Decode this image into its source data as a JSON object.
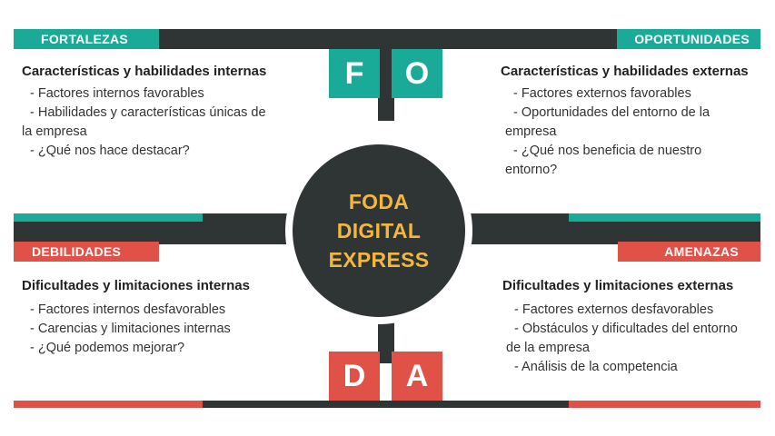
{
  "quadrants": {
    "fortalezas": {
      "label": "FORTALEZAS",
      "letter": "F",
      "heading": "Características y habilidades internas",
      "items": [
        "- Factores internos favorables",
        "- Habilidades y características únicas de la empresa",
        "- ¿Qué nos hace destacar?"
      ]
    },
    "oportunidades": {
      "label": "OPORTUNIDADES",
      "letter": "O",
      "heading": "Características y habilidades externas",
      "items": [
        "- Factores externos favorables",
        "- Oportunidades del entorno de la empresa",
        "- ¿Qué nos beneficia de nuestro entorno?"
      ]
    },
    "debilidades": {
      "label": "DEBILIDADES",
      "letter": "D",
      "heading": "Dificultades y limitaciones internas",
      "items": [
        "- Factores internos desfavorables",
        "- Carencias y limitaciones internas",
        "- ¿Qué podemos mejorar?"
      ]
    },
    "amenazas": {
      "label": "AMENAZAS",
      "letter": "A",
      "heading": "Dificultades y limitaciones externas",
      "items": [
        "- Factores externos desfavorables",
        "- Obstáculos y dificultades del entorno de la empresa",
        "- Análisis de la competencia"
      ]
    }
  },
  "center": {
    "line1": "FODA",
    "line2": "DIGITAL",
    "line3": "EXPRESS"
  },
  "colors": {
    "dark": "#2f3435",
    "teal": "#1aab98",
    "red": "#e05148",
    "center_text": "#f4b73d"
  }
}
